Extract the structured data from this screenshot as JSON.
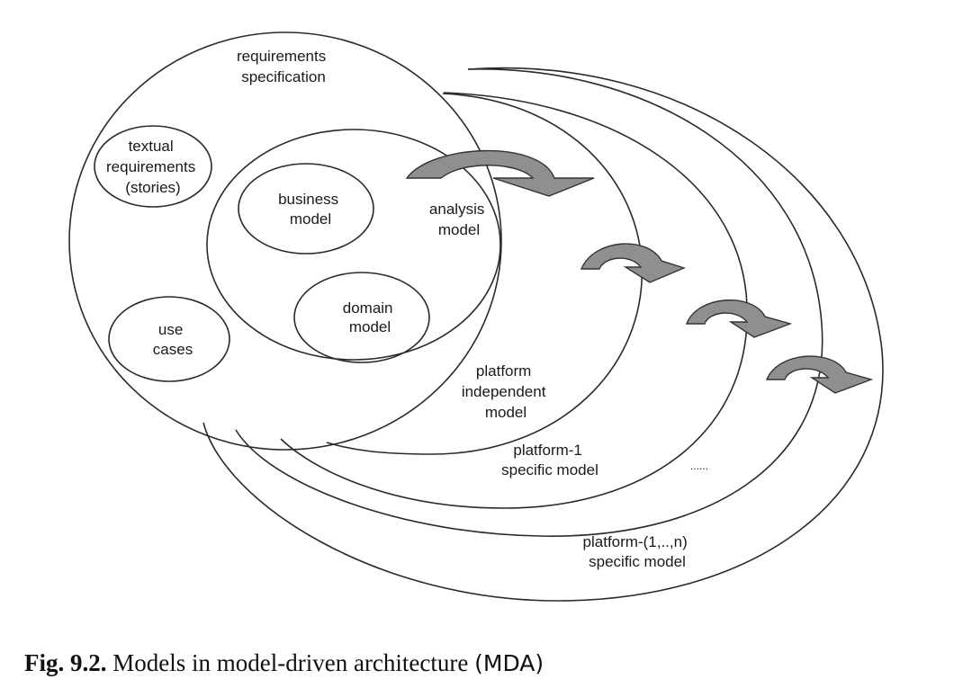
{
  "diagram": {
    "title": "Models in model-driven architecture (MDA)",
    "labels": {
      "requirements_specification": [
        "requirements",
        "specification"
      ],
      "textual_requirements": [
        "textual",
        "requirements",
        "(stories)"
      ],
      "business_model": [
        "business",
        "model"
      ],
      "domain_model": [
        "domain",
        "model"
      ],
      "use_cases": [
        "use",
        "cases"
      ],
      "analysis_model": [
        "analysis",
        "model"
      ],
      "platform_independent_model": [
        "platform",
        "independent",
        "model"
      ],
      "platform_1_specific_model": [
        "platform-1",
        "specific model"
      ],
      "ellipsis": "......",
      "platform_1_n_specific_model": [
        "platform-(1,..,n)",
        "specific model"
      ]
    },
    "transformation_arrows": 4,
    "colors": {
      "line": "#2a2a2a",
      "arrow_fill": "#8f8f8f",
      "text": "#1a1a1a"
    }
  },
  "caption": {
    "number": "Fig. 9.2.",
    "text": " Models in model-driven architecture ",
    "abbr": "(MDA)"
  }
}
